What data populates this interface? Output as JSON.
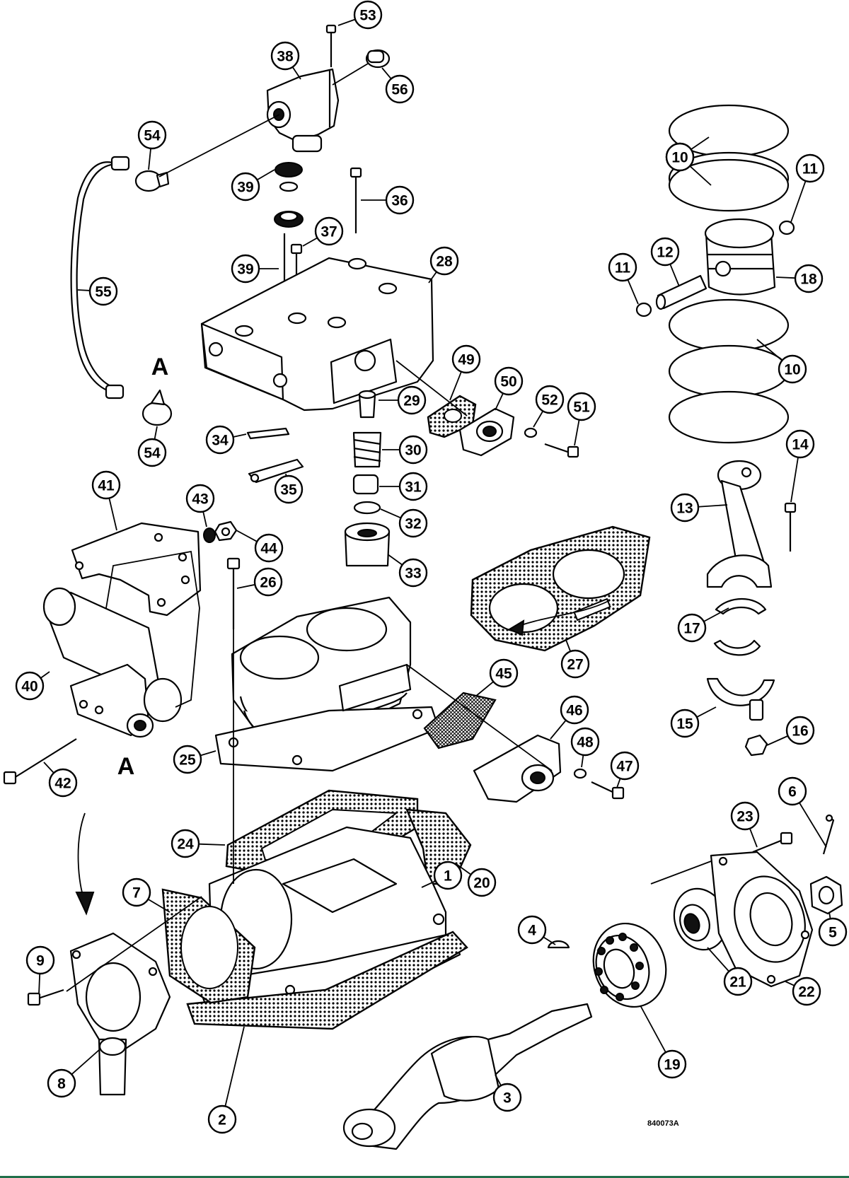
{
  "diagram": {
    "drawing_code": "840073A",
    "view_letter": "A",
    "callouts": [
      "1",
      "2",
      "3",
      "4",
      "5",
      "6",
      "7",
      "8",
      "9",
      "10",
      "10",
      "10",
      "11",
      "11",
      "12",
      "13",
      "14",
      "15",
      "16",
      "17",
      "18",
      "19",
      "20",
      "21",
      "22",
      "23",
      "24",
      "25",
      "26",
      "27",
      "28",
      "29",
      "30",
      "31",
      "32",
      "33",
      "34",
      "35",
      "36",
      "37",
      "38",
      "39",
      "39",
      "40",
      "41",
      "42",
      "43",
      "44",
      "45",
      "46",
      "47",
      "48",
      "49",
      "50",
      "51",
      "52",
      "53",
      "54",
      "54",
      "55",
      "56"
    ],
    "colors": {
      "line": "#000000",
      "paper": "#ffffff",
      "rule": "#1f6f4a"
    }
  }
}
